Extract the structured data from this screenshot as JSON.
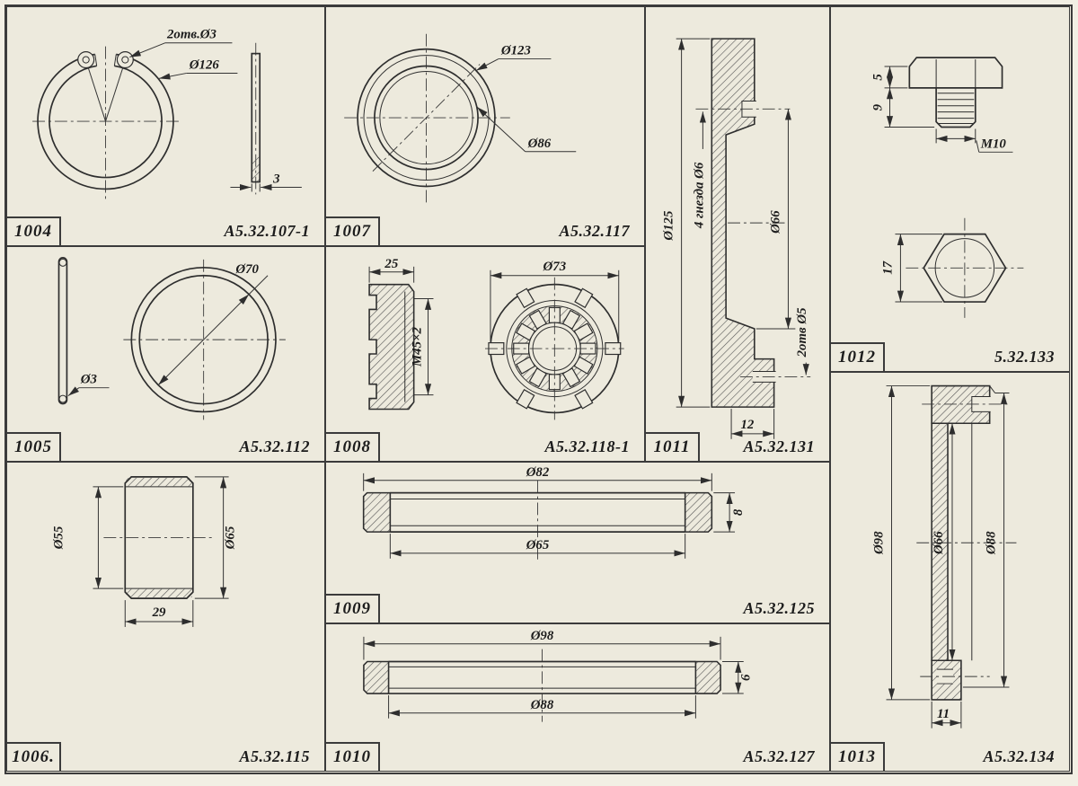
{
  "sheet": {
    "paper_color": "#edeadd",
    "line_color": "#2e2e2e"
  },
  "panels": {
    "p1004": {
      "part_no": "1004",
      "code": "А5.32.107-1",
      "dims": {
        "holes": "2отв.Ø3",
        "outer": "Ø126",
        "thickness": "3"
      }
    },
    "p1005": {
      "part_no": "1005",
      "code": "А5.32.112",
      "dims": {
        "wire": "Ø3",
        "diameter": "Ø70"
      }
    },
    "p1006": {
      "part_no": "1006.",
      "code": "А5.32.115",
      "dims": {
        "bore": "Ø55",
        "outer": "Ø65",
        "length": "29"
      }
    },
    "p1007": {
      "part_no": "1007",
      "code": "А5.32.117",
      "dims": {
        "outer": "Ø123",
        "inner": "Ø86"
      }
    },
    "p1008": {
      "part_no": "1008",
      "code": "А5.32.118-1",
      "dims": {
        "width": "25",
        "thread": "М45×2",
        "outer": "Ø73"
      }
    },
    "p1009": {
      "part_no": "1009",
      "code": "А5.32.125",
      "dims": {
        "outer": "Ø82",
        "inner": "Ø65",
        "height": "8"
      }
    },
    "p1010": {
      "part_no": "1010",
      "code": "А5.32.127",
      "dims": {
        "outer": "Ø98",
        "inner": "Ø88",
        "height": "6"
      }
    },
    "p1011": {
      "part_no": "1011",
      "code": "А5.32.131",
      "dims": {
        "outer": "Ø125",
        "sockets": "4 гнезда Ø6",
        "middle": "Ø66",
        "holes": "2отв Ø5",
        "flange": "12"
      }
    },
    "p1012": {
      "part_no": "1012",
      "code": "5.32.133",
      "dims": {
        "head_height": "5",
        "shank": "9",
        "thread": "М10",
        "across_flats": "17"
      }
    },
    "p1013": {
      "part_no": "1013",
      "code": "А5.32.134",
      "dims": {
        "outer": "Ø98",
        "bore": "Ø66",
        "body": "Ø88",
        "wall": "11"
      }
    }
  }
}
